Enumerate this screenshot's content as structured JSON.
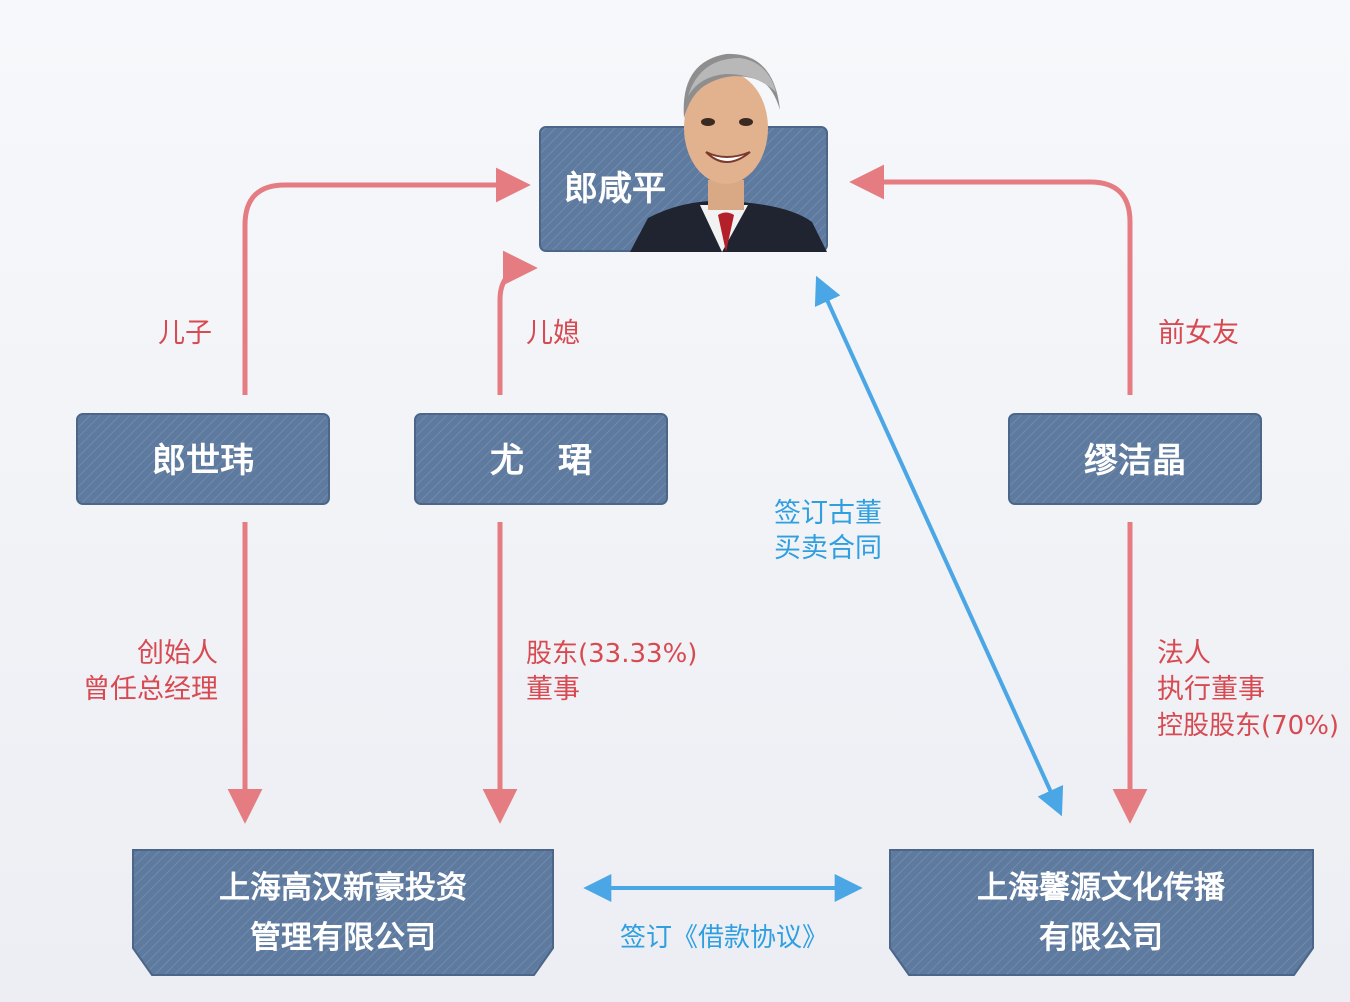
{
  "nodes": {
    "lang_xianping": "郎咸平",
    "lang_shiwei": "郎世玮",
    "you_jun": "尤　珺",
    "miao_jiejing": "缪洁晶",
    "company_gaohan": [
      "上海高汉新豪投资",
      "管理有限公司"
    ],
    "company_xinyuan": [
      "上海馨源文化传播",
      "有限公司"
    ]
  },
  "relations": {
    "son": "儿子",
    "daughter_in_law": "儿媳",
    "ex_girlfriend": "前女友",
    "founder": [
      "创始人",
      "曾任总经理"
    ],
    "shareholder": [
      "股东(33.33%)",
      "董事"
    ],
    "legal_person": [
      "法人",
      "执行董事",
      "控股股东(70%)"
    ],
    "antique_contract": [
      "签订古董",
      "买卖合同"
    ],
    "loan_agreement": "签订《借款协议》"
  },
  "colors": {
    "node_fill": "#5e7a9e",
    "node_stroke": "#4b6689",
    "red_line": "#e57c82",
    "red_text": "#d84a52",
    "blue_line": "#4aa6e4",
    "blue_text": "#2f9fe0"
  }
}
